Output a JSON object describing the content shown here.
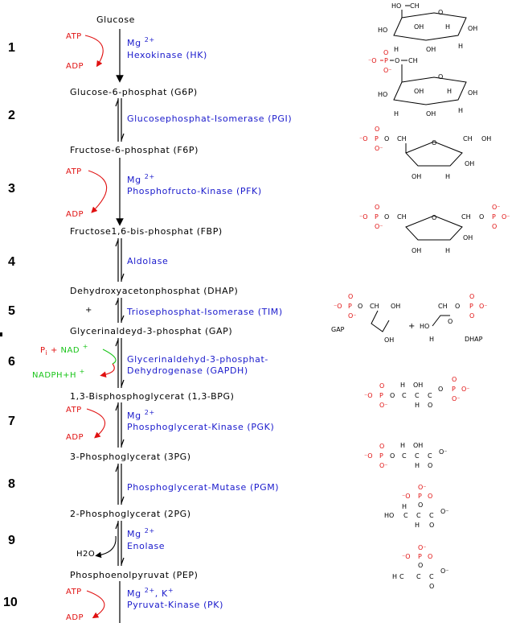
{
  "steps": [
    "1",
    "2",
    "3",
    "4",
    "5",
    "6",
    "7",
    "8",
    "9",
    "10"
  ],
  "metabolites": {
    "glucose": "Glucose",
    "g6p": "Glucose-6-phosphat (G6P)",
    "f6p": "Fructose-6-phosphat (F6P)",
    "fbp": "Fructose1,6-bis-phosphat (FBP)",
    "dhap": "Dehydroxyacetonphosphat (DHAP)",
    "gap": "Glycerinaldeyd-3-phosphat (GAP)",
    "bpg": "1,3-Bisphosphoglycerat (1,3-BPG)",
    "p3g": "3-Phosphoglycerat (3PG)",
    "p2g": "2-Phosphoglycerat (2PG)",
    "pep": "Phosphoenolpyruvat (PEP)"
  },
  "enzymes": {
    "e1": "Hexokinase (HK)",
    "e2": "Glucosephosphat-Isomerase (PGI)",
    "e3": "Phosphofructo-Kinase (PFK)",
    "e4": "Aldolase",
    "e5": "Triosephosphat-Isomerase (TIM)",
    "e6a": "Glycerinaldehyd-3-phosphat-",
    "e6b": "Dehydrogenase (GAPDH)",
    "e7": "Phosphoglycerat-Kinase (PGK)",
    "e8": "Phosphoglycerat-Mutase (PGM)",
    "e9": "Enolase",
    "e10": "Pyruvat-Kinase (PK)"
  },
  "cofactors": {
    "mg": "Mg",
    "mg_charge": "2+",
    "k": ", K",
    "k_charge": "+",
    "atp": "ATP",
    "adp": "ADP",
    "pi": "P",
    "pi_sub": "i",
    "plus": "+",
    "nad": "NAD",
    "nad_charge": "+",
    "nadph": "NADPH+H",
    "nadph_charge": "+",
    "h2o": "H2O"
  },
  "structure_labels": {
    "gap": "GAP",
    "dhap": "DHAP",
    "plus": "+"
  },
  "colors": {
    "enzyme": "#1a1acc",
    "cofactor_energy": "#e01010",
    "cofactor_redox": "#18c418",
    "phosphate": "#e01010"
  }
}
